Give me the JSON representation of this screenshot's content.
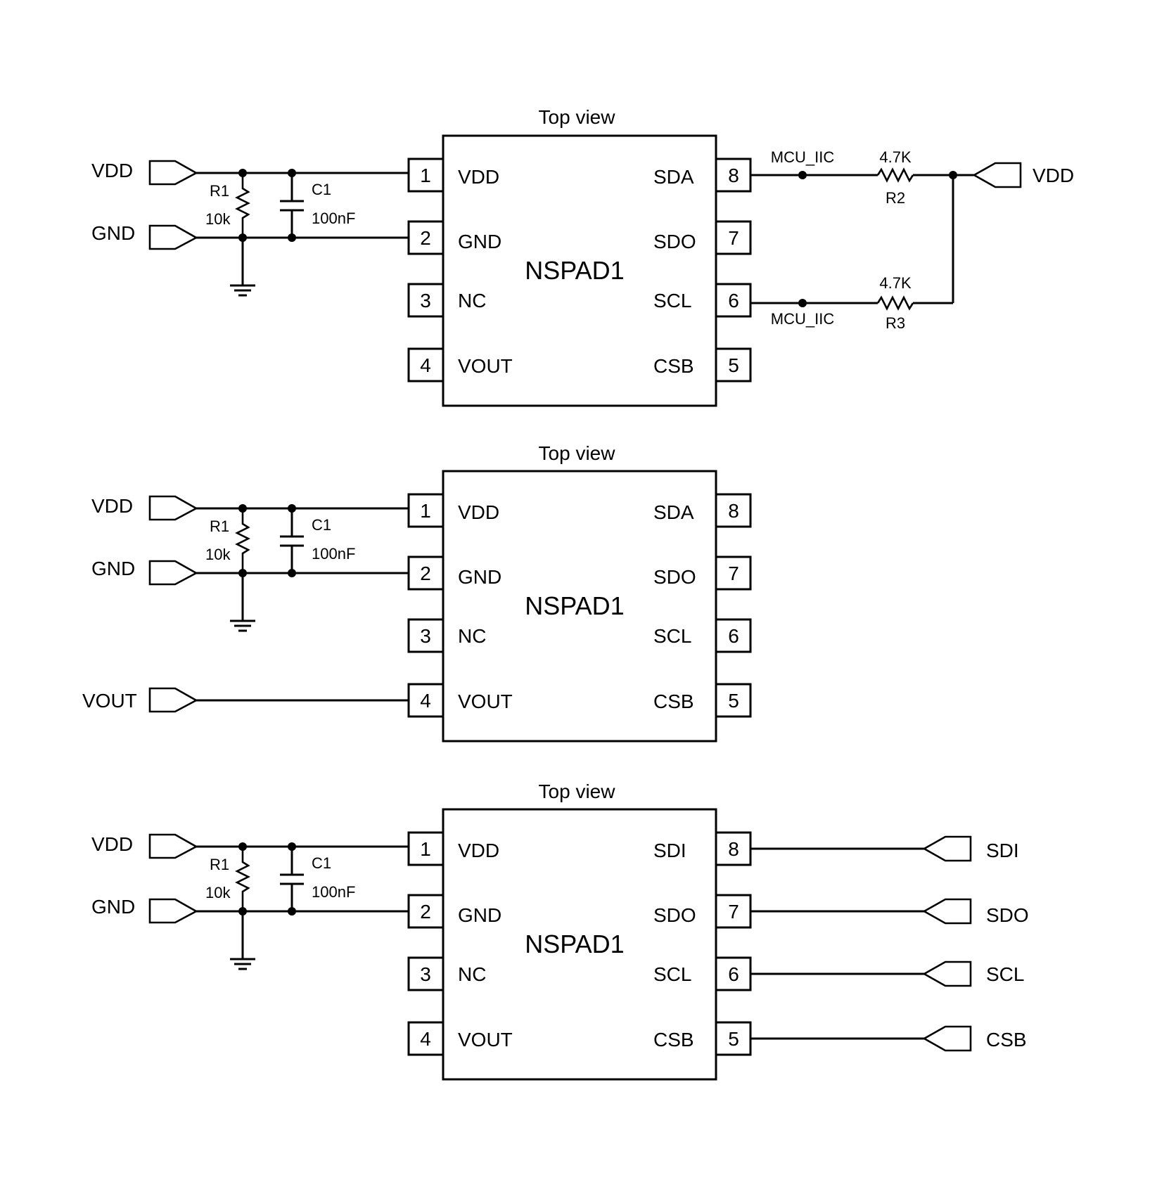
{
  "circuits": [
    {
      "view_label": "Top view",
      "chip_name": "NSPAD1",
      "left_pins": [
        {
          "num": "1",
          "name": "VDD"
        },
        {
          "num": "2",
          "name": "GND"
        },
        {
          "num": "3",
          "name": "NC"
        },
        {
          "num": "4",
          "name": "VOUT"
        }
      ],
      "right_pins": [
        {
          "num": "8",
          "name": "SDA"
        },
        {
          "num": "7",
          "name": "SDO"
        },
        {
          "num": "6",
          "name": "SCL"
        },
        {
          "num": "5",
          "name": "CSB"
        }
      ],
      "ports_left": [
        "VDD",
        "GND"
      ],
      "r1": {
        "ref": "R1",
        "value": "10k"
      },
      "c1": {
        "ref": "C1",
        "value": "100nF"
      },
      "mcu_label_top": "MCU_IIC",
      "mcu_label_bottom": "MCU_IIC",
      "r2": {
        "ref": "R2",
        "value": "4.7K"
      },
      "r3": {
        "ref": "R3",
        "value": "4.7K"
      },
      "port_right": "VDD"
    },
    {
      "view_label": "Top view",
      "chip_name": "NSPAD1",
      "left_pins": [
        {
          "num": "1",
          "name": "VDD"
        },
        {
          "num": "2",
          "name": "GND"
        },
        {
          "num": "3",
          "name": "NC"
        },
        {
          "num": "4",
          "name": "VOUT"
        }
      ],
      "right_pins": [
        {
          "num": "8",
          "name": "SDA"
        },
        {
          "num": "7",
          "name": "SDO"
        },
        {
          "num": "6",
          "name": "SCL"
        },
        {
          "num": "5",
          "name": "CSB"
        }
      ],
      "ports_left": [
        "VDD",
        "GND"
      ],
      "r1": {
        "ref": "R1",
        "value": "10k"
      },
      "c1": {
        "ref": "C1",
        "value": "100nF"
      },
      "port_vout": "VOUT"
    },
    {
      "view_label": "Top view",
      "chip_name": "NSPAD1",
      "left_pins": [
        {
          "num": "1",
          "name": "VDD"
        },
        {
          "num": "2",
          "name": "GND"
        },
        {
          "num": "3",
          "name": "NC"
        },
        {
          "num": "4",
          "name": "VOUT"
        }
      ],
      "right_pins": [
        {
          "num": "8",
          "name": "SDI"
        },
        {
          "num": "7",
          "name": "SDO"
        },
        {
          "num": "6",
          "name": "SCL"
        },
        {
          "num": "5",
          "name": "CSB"
        }
      ],
      "ports_left": [
        "VDD",
        "GND"
      ],
      "r1": {
        "ref": "R1",
        "value": "10k"
      },
      "c1": {
        "ref": "C1",
        "value": "100nF"
      },
      "ports_right": [
        "SDI",
        "SDO",
        "SCL",
        "CSB"
      ]
    }
  ]
}
